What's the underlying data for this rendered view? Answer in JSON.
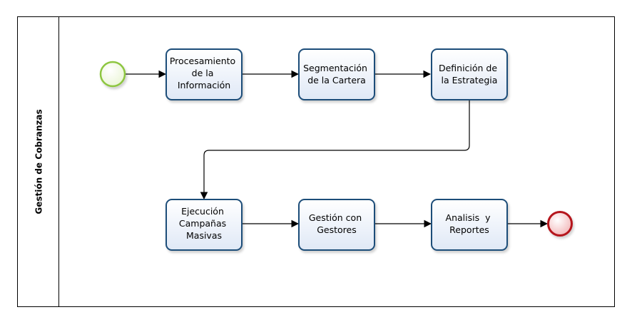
{
  "pool": {
    "lane_label": "Gestión de Cobranzas"
  },
  "events": {
    "start": {
      "name": "start-event",
      "color": "#8dc63f"
    },
    "end": {
      "name": "end-event",
      "color": "#b5121b"
    }
  },
  "tasks": [
    {
      "id": "t1",
      "lines": [
        "Procesamiento",
        "de la",
        "Información"
      ]
    },
    {
      "id": "t2",
      "lines": [
        "Segmentación",
        "de la Cartera"
      ]
    },
    {
      "id": "t3",
      "lines": [
        "Definición de",
        "la Estrategia"
      ]
    },
    {
      "id": "t4",
      "lines": [
        "Ejecución",
        "Campañas",
        "Masivas"
      ]
    },
    {
      "id": "t5",
      "lines": [
        "Gestión con",
        "Gestores"
      ]
    },
    {
      "id": "t6",
      "lines": [
        "Analisis  y",
        "Reportes"
      ]
    }
  ],
  "colors": {
    "task_border": "#1f4e79",
    "task_fill_top": "#ffffff",
    "task_fill_bottom": "#dfe8f6",
    "flow": "#000000"
  }
}
